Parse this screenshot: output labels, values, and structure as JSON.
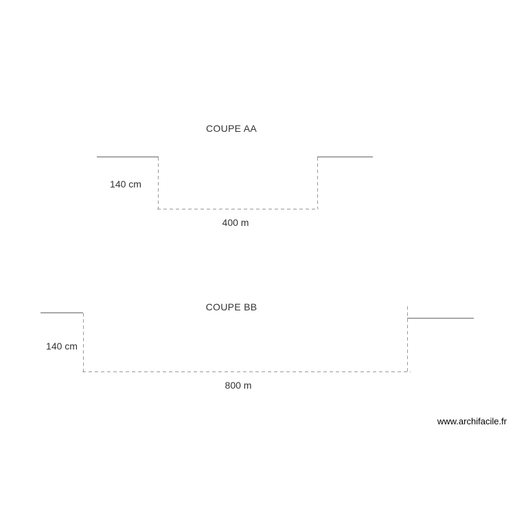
{
  "document": {
    "watermark": "www.archifacile.fr"
  },
  "sections": [
    {
      "id": "coupe-aa",
      "title": "COUPE AA",
      "depth_label": "140 cm",
      "width_label": "400 m"
    },
    {
      "id": "coupe-bb",
      "title": "COUPE BB",
      "depth_label": "140 cm",
      "width_label": "800 m"
    }
  ],
  "colors": {
    "background": "#ffffff",
    "solid_line": "#8a8a8a",
    "dashed_line": "#999999",
    "label_text": "#333333",
    "watermark_text": "#000000"
  }
}
